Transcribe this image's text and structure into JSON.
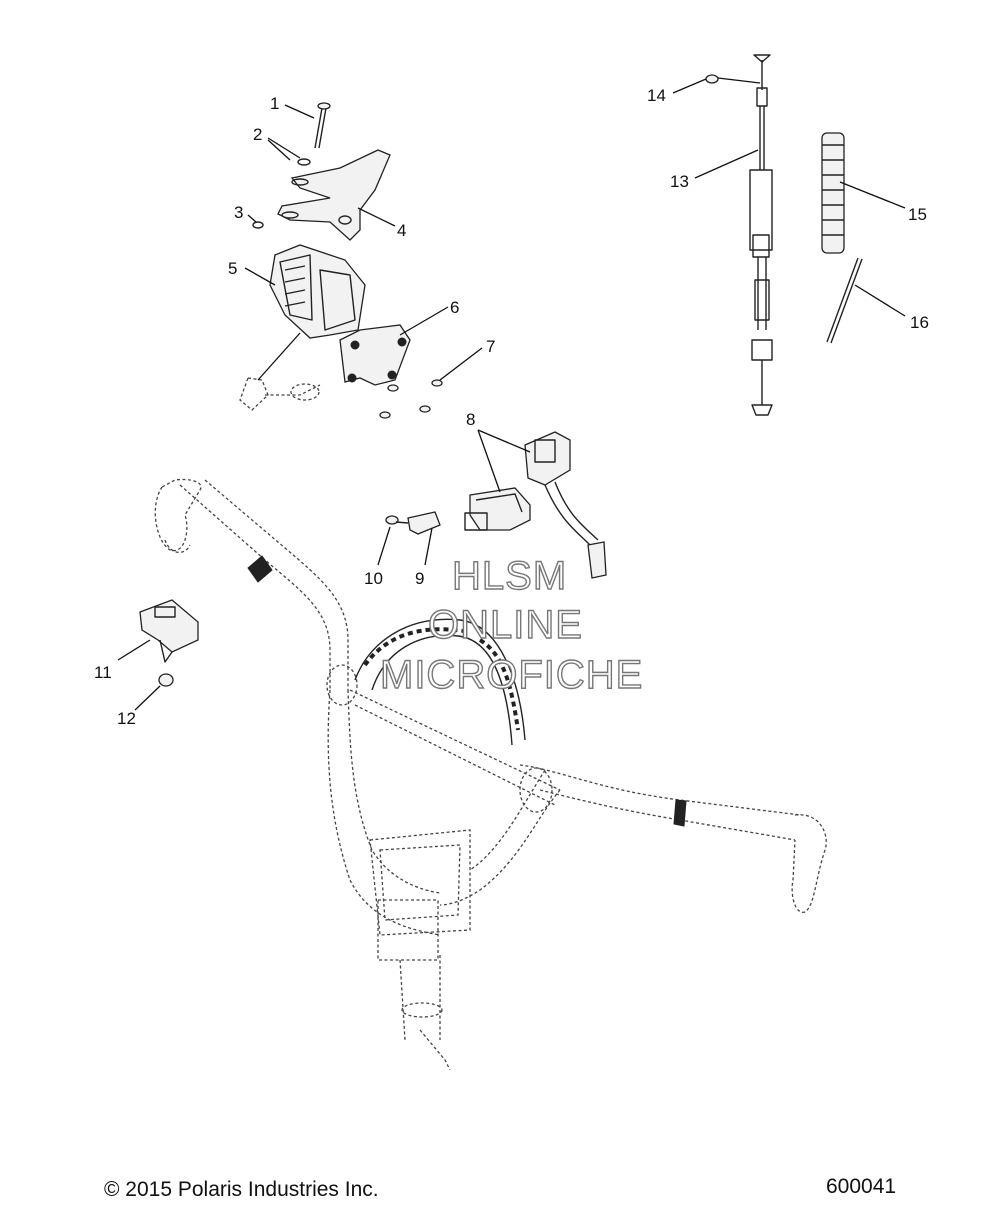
{
  "callouts": [
    {
      "n": "1"
    },
    {
      "n": "2"
    },
    {
      "n": "3"
    },
    {
      "n": "4"
    },
    {
      "n": "5"
    },
    {
      "n": "6"
    },
    {
      "n": "7"
    },
    {
      "n": "8"
    },
    {
      "n": "9"
    },
    {
      "n": "10"
    },
    {
      "n": "11"
    },
    {
      "n": "12"
    },
    {
      "n": "13"
    },
    {
      "n": "14"
    },
    {
      "n": "15"
    },
    {
      "n": "16"
    }
  ],
  "watermark": [
    "HLSM",
    "ONLINE",
    "MICROFICHE"
  ],
  "footer": {
    "copyright": "© 2015 Polaris Industries Inc.",
    "diagram_number": "600041"
  },
  "colors": {
    "line": "#222222",
    "background": "#ffffff",
    "watermark_outline": "#777777"
  }
}
